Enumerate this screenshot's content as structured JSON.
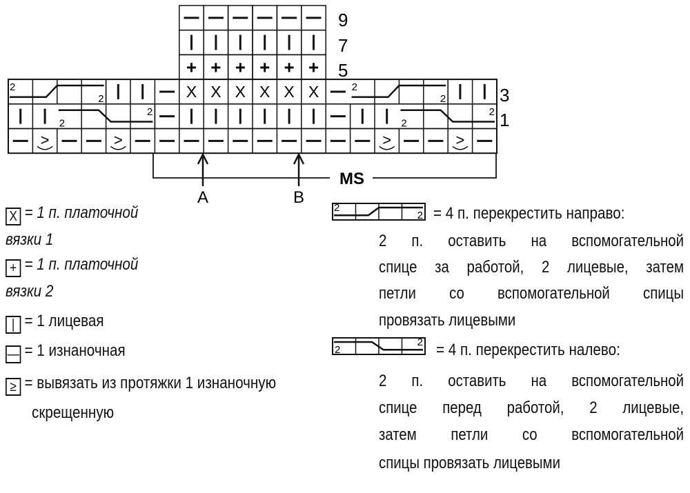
{
  "chart": {
    "row_labels": [
      "9",
      "7",
      "5",
      "3",
      "1"
    ],
    "top_rows": [
      [
        "—",
        "—",
        "—",
        "—",
        "—",
        "—"
      ],
      [
        "|",
        "|",
        "|",
        "|",
        "|",
        "|"
      ],
      [
        "+",
        "+",
        "+",
        "+",
        "+",
        "+"
      ]
    ],
    "row3": [
      "cR",
      "cR",
      "cR",
      "cR",
      "|",
      "|",
      "—",
      "X",
      "X",
      "X",
      "X",
      "X",
      "X",
      "—",
      "cR",
      "cR",
      "cR",
      "cR",
      "|",
      "|"
    ],
    "row1": [
      "|",
      "|",
      "cL",
      "cL",
      "cL",
      "cL",
      "—",
      "|",
      "|",
      "|",
      "|",
      "|",
      "|",
      "—",
      "|",
      "|",
      "cL",
      "cL",
      "cL",
      "cL"
    ],
    "row0": [
      "—",
      "≥",
      "—",
      "—",
      "≥",
      "—",
      "—",
      "—",
      "—",
      "—",
      "—",
      "—",
      "—",
      "—",
      "—",
      "≥",
      "—",
      "—",
      "≥",
      "—"
    ],
    "cable_num": "2",
    "ms_label": "MS",
    "arrow_a": "A",
    "arrow_b": "B"
  },
  "legend_left": [
    {
      "symbol": "X",
      "text": "= 1 п. платочной",
      "cont": "вязки 1"
    },
    {
      "symbol": "+",
      "text": "= 1 п. платочной",
      "cont": "вязки 2"
    },
    {
      "symbol": "|",
      "text": "= 1 лицевая"
    },
    {
      "symbol": "—",
      "text": "= 1 изнаночная"
    },
    {
      "symbol": "≥",
      "text": "= вывязать из протяжки 1 изнаночную",
      "cont": "скрещенную"
    }
  ],
  "legend_right": [
    {
      "text": "= 4 п. перекрестить направо:",
      "lines": [
        "2 п. оставить на вспомогательной",
        "спице за работой, 2 лицевые, затем",
        "петли со вспомогательной спицы",
        "провязать лицевыми"
      ]
    },
    {
      "text": "= 4 п. перекрестить налево:",
      "lines": [
        "2 п. оставить на вспомогательной",
        "спице перед работой, 2 лицевые,",
        "затем петли со вспомогательной",
        "спицы провязать лицевыми"
      ]
    }
  ]
}
